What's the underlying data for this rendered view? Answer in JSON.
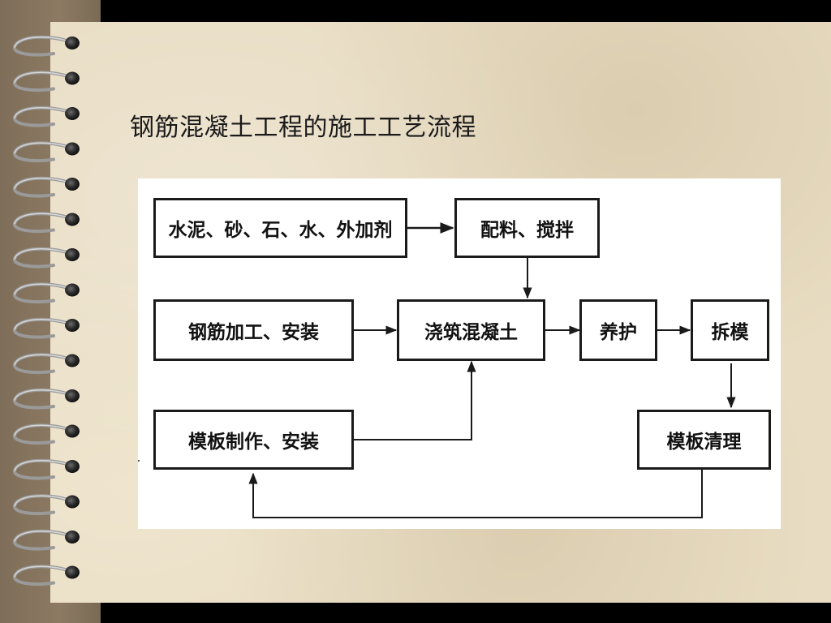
{
  "slide": {
    "title": "钢筋混凝土工程的施工工艺流程"
  },
  "diagram": {
    "nodes": [
      {
        "id": "materials",
        "label": "水泥、砂、石、水、外加剂"
      },
      {
        "id": "batching",
        "label": "配料、搅拌"
      },
      {
        "id": "rebar",
        "label": "钢筋加工、安装"
      },
      {
        "id": "pouring",
        "label": "浇筑混凝土"
      },
      {
        "id": "curing",
        "label": "养护"
      },
      {
        "id": "demolding",
        "label": "拆模"
      },
      {
        "id": "formwork",
        "label": "模板制作、安装"
      },
      {
        "id": "cleaning",
        "label": "模板清理"
      }
    ],
    "edges": [
      {
        "from": "materials",
        "to": "batching"
      },
      {
        "from": "batching",
        "to": "pouring"
      },
      {
        "from": "rebar",
        "to": "pouring"
      },
      {
        "from": "formwork",
        "to": "pouring"
      },
      {
        "from": "pouring",
        "to": "curing"
      },
      {
        "from": "curing",
        "to": "demolding"
      },
      {
        "from": "demolding",
        "to": "cleaning"
      },
      {
        "from": "cleaning",
        "to": "formwork"
      }
    ]
  }
}
